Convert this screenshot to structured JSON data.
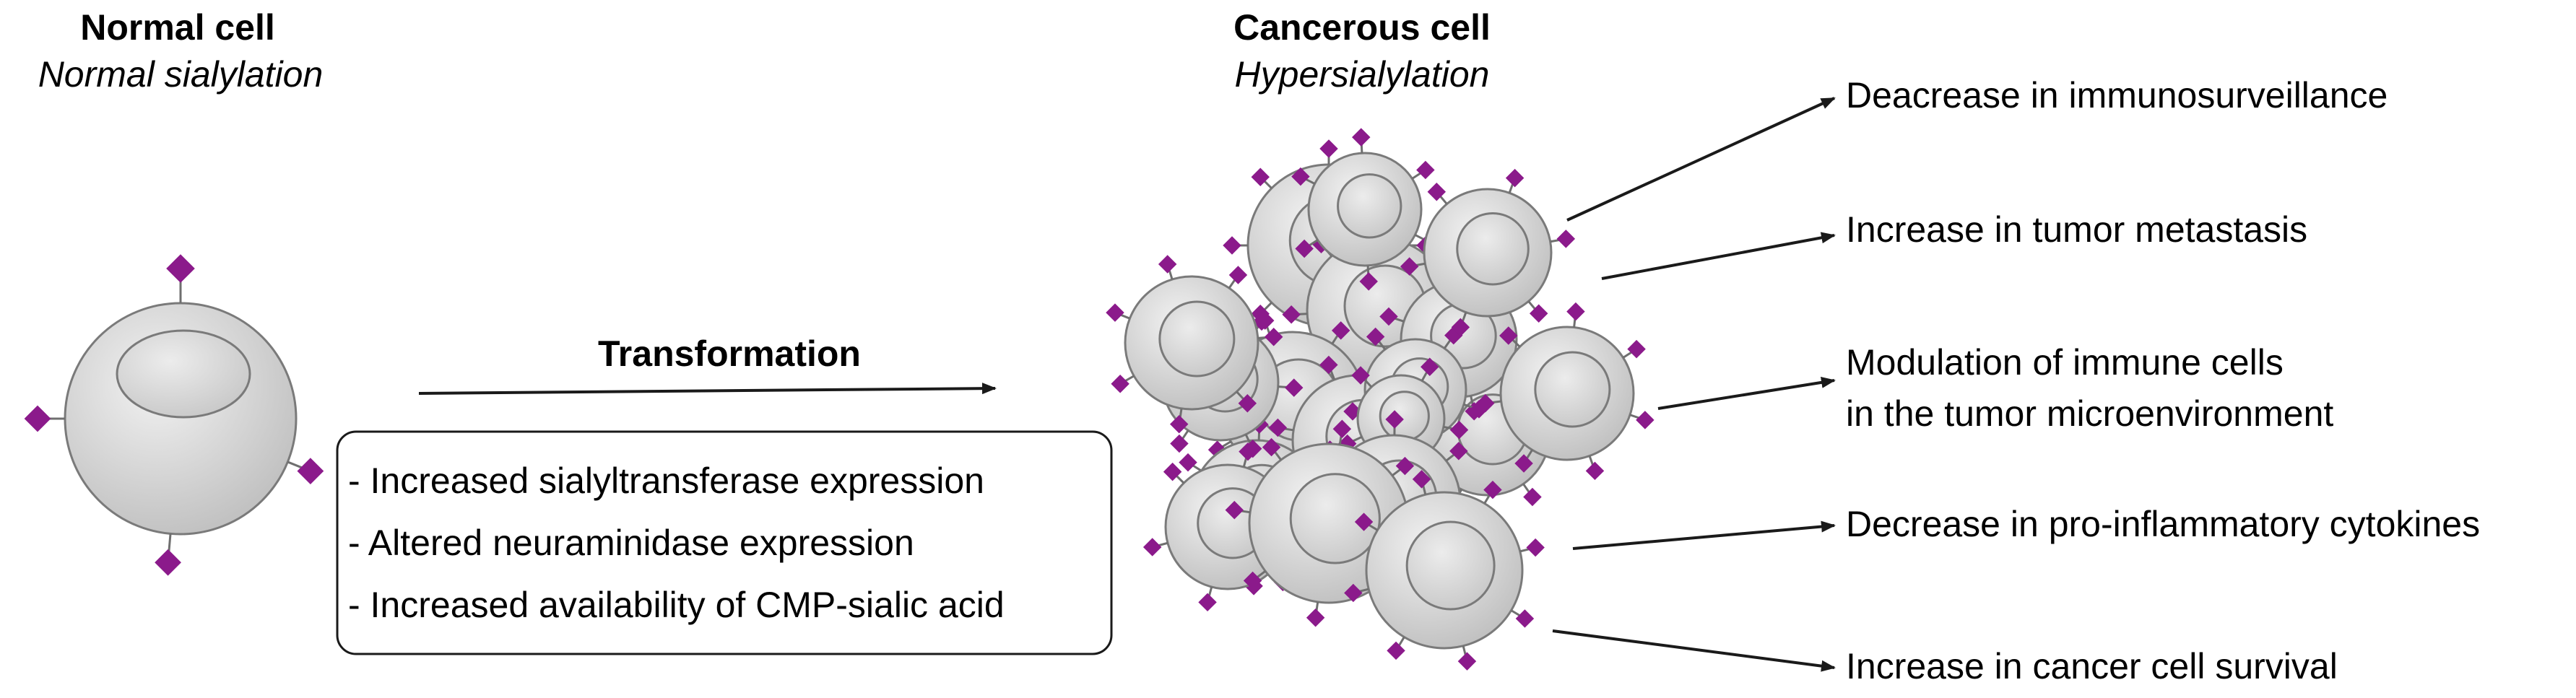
{
  "normal": {
    "title": "Normal cell",
    "subtitle": "Normal sialylation"
  },
  "cancer": {
    "title": "Cancerous cell",
    "subtitle": "Hypersialylation"
  },
  "transformation": {
    "label": "Transformation",
    "box_lines": [
      "- Increased sialyltransferase expression",
      "- Altered neuraminidase expression",
      "- Increased availability of CMP-sialic acid"
    ]
  },
  "outcomes": [
    "Deacrease in immunosurveillance",
    "Increase in tumor metastasis",
    "Modulation of immune cells",
    "in the tumor microenvironment",
    "Decrease in pro-inflammatory cytokines",
    "Increase in cancer cell survival"
  ],
  "colors": {
    "cell_fill": "#d9d9d9",
    "cell_stroke": "#7a7a7a",
    "sialic_acid": "#8b1a8b",
    "arrow": "#1a1a1a"
  }
}
